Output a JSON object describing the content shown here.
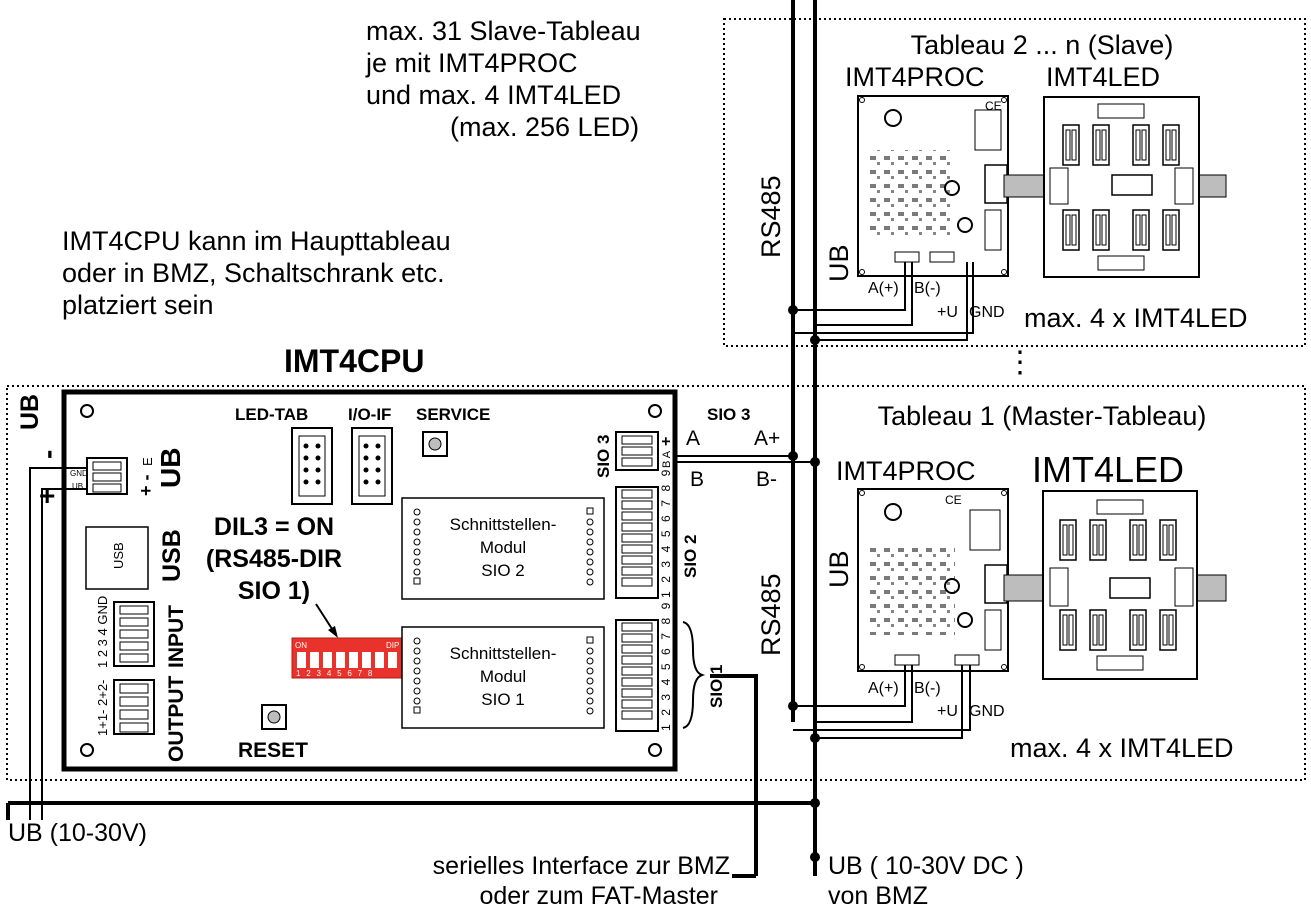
{
  "notes": {
    "slave_info": [
      "max. 31 Slave-Tableau",
      "je mit IMT4PROC",
      "und max. 4 IMT4LED",
      "(max. 256 LED)"
    ],
    "cpu_info": [
      "IMT4CPU kann im Haupttableau",
      "oder in BMZ, Schaltschrank etc.",
      "platziert sein"
    ],
    "ub_supply": "UB (10-30V)",
    "serial_iface": [
      "serielles Interface zur BMZ",
      "oder zum FAT-Master"
    ],
    "ub_dc": [
      "UB ( 10-30V DC )",
      "von BMZ"
    ],
    "continuation_dots": "⋮"
  },
  "slave_box": {
    "title": "Tableau 2 ... n (Slave)",
    "proc_label": "IMT4PROC",
    "led_label": "IMT4LED",
    "a_label": "A(+)",
    "b_label": "B(-)",
    "u_label": "+U",
    "gnd_label": "GND",
    "max_label": "max. 4 x IMT4LED"
  },
  "master_box": {
    "title": "Tableau 1 (Master-Tableau)",
    "proc_label": "IMT4PROC",
    "led_label": "IMT4LED",
    "a_label": "A(+)",
    "b_label": "B(-)",
    "u_label": "+U",
    "gnd_label": "GND",
    "max_label": "max. 4 x IMT4LED"
  },
  "bus": {
    "rs485_upper": "RS485",
    "ub_upper": "UB",
    "rs485_lower": "RS485",
    "ub_lower": "UB",
    "sio3_label": "SIO 3",
    "a": "A",
    "a_plus": "A+",
    "b": "B",
    "b_minus": "B-"
  },
  "cpu": {
    "title": "IMT4CPU",
    "led_tab": "LED-TAB",
    "io_if": "I/O-IF",
    "service": "SERVICE",
    "reset": "RESET",
    "ub_left": "UB",
    "minus": "-",
    "plus": "+",
    "ub_right": "UB",
    "ub_right_sign": "+ -",
    "e_mark": "E",
    "gnd_pin": "GND",
    "ub_pin": "UB",
    "usb_chip": "USB",
    "usb": "USB",
    "input": "INPUT",
    "input_pins": "1 2 3 4 GND",
    "output": "OUTPUT",
    "output_pins": "1+1- 2+2-",
    "dil_lines": [
      "DIL3 = ON",
      "(RS485-DIR",
      "SIO 1)"
    ],
    "dip_on": "ON",
    "dip_dip": "DIP",
    "dip_nums": "1 2 3 4 5 6 7 8",
    "module2": [
      "Schnittstellen-",
      "Modul",
      "SIO 2"
    ],
    "module1": [
      "Schnittstellen-",
      "Modul",
      "SIO 1"
    ],
    "sio3": "SIO 3",
    "sio2": "SIO 2",
    "sio1": "SIO 1",
    "sio3_pins": "B A",
    "pin_nums": "1 2 3 4 5 6 7 8 9"
  },
  "colors": {
    "dip_red": "#e8322b",
    "line": "#000000",
    "pcb_grey": "#bdbdbd"
  }
}
